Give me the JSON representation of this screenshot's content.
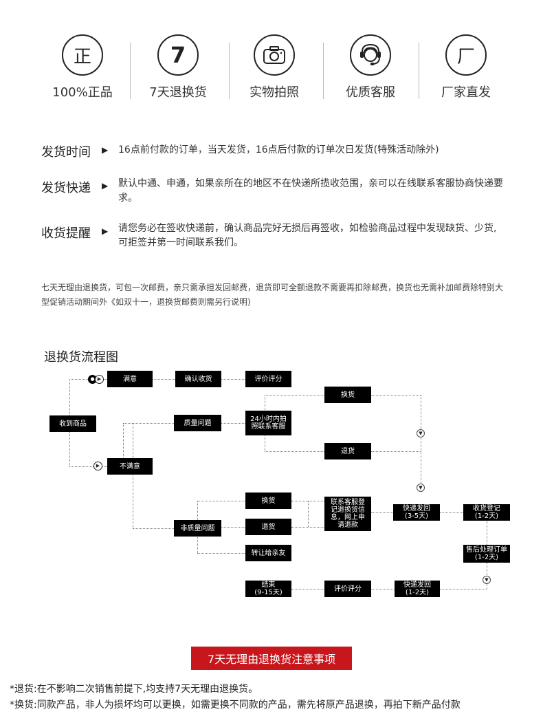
{
  "badges": [
    {
      "icon": "正",
      "label": "100%正品"
    },
    {
      "icon": "7",
      "label": "7天退换货"
    },
    {
      "icon": "camera",
      "label": "实物拍照"
    },
    {
      "icon": "headset",
      "label": "优质客服"
    },
    {
      "icon": "厂",
      "label": "厂家直发"
    }
  ],
  "info": [
    {
      "title": "发货时间",
      "text": "16点前付款的订单，当天发货，16点后付款的订单次日发货(特殊活动除外)"
    },
    {
      "title": "发货快递",
      "text": "默认中通、申通，如果亲所在的地区不在快递所揽收范围，亲可以在线联系客服协商快递要求。"
    },
    {
      "title": "收货提醒",
      "text": "请您务必在签收快递前，确认商品完好无损后再签收，如检验商品过程中发现缺货、少货,可拒签并第一时间联系我们。"
    }
  ],
  "arrow": "▶",
  "note": "七天无理由退换货，可包一次邮费，亲只需承担发回邮费，退货即可全额退款不需要再扣除邮费，换货也无需补加邮费除特别大型促销活动期间外《如双十一，退换货邮费则需另行说明)",
  "flow": {
    "title": "退换货流程图",
    "nodes": {
      "received": "收到商品",
      "satisfied": "满意",
      "confirm": "确认收货",
      "rate1": "评价评分",
      "quality": "质量问题",
      "contact24": "24小时内拍\n照联系客服",
      "exchange1": "换货",
      "return1": "退货",
      "unsatisfied": "不满意",
      "nonquality": "非质量问题",
      "exchange2": "换货",
      "return2": "退货",
      "transfer": "转让给亲友",
      "service": "联系客服登\n记退换货信\n息，网上申\n请退款",
      "shipback": "快递发回\n(3-5天)",
      "register": "收货登记\n(1-2天)",
      "aftersale": "售后处理订单\n(1-2天)",
      "shipout": "快递发回\n(1-2天)",
      "rate2": "评价评分",
      "end": "结束\n(9-15天)"
    }
  },
  "banner": "7天无理由退换货注意事项",
  "footnotes": [
    "*退货:在不影响二次销售前提下,均支持7天无理由退换货。",
    "*换货:同款产品，非人为损坏均可以更换，如需更换不同款的产品，需先将原产品退换，再拍下新产品付款"
  ]
}
